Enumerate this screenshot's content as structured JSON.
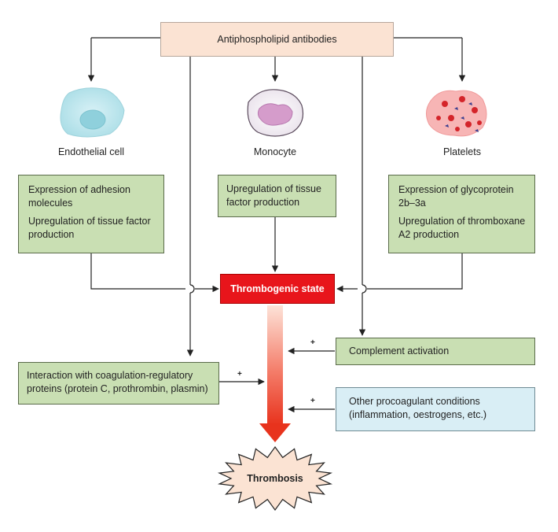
{
  "source": {
    "label": "Antiphospholipid antibodies"
  },
  "cells": [
    {
      "id": "endothelial",
      "label": "Endothelial cell"
    },
    {
      "id": "monocyte",
      "label": "Monocyte"
    },
    {
      "id": "platelets",
      "label": "Platelets"
    }
  ],
  "effects": {
    "endothelial": [
      "Expression of adhesion molecules",
      "Upregulation of tissue factor production"
    ],
    "monocyte": [
      "Upregulation of tissue factor production"
    ],
    "platelets": [
      "Expression of glycoprotein 2b–3a",
      "Upregulation of thromboxane A2 production"
    ]
  },
  "state": {
    "label": "Thrombogenic state"
  },
  "contributors": {
    "complement": "Complement activation",
    "coagulation": "Interaction with coagulation-regulatory proteins (protein C, prothrombin, plasmin)",
    "procoagulant": "Other procoagulant conditions (inflammation, oestrogens, etc.)",
    "sign": "+"
  },
  "outcome": {
    "label": "Thrombosis"
  },
  "colors": {
    "green_box": "#c9dfb3",
    "peach_box": "#fbe3d3",
    "blue_box": "#d9eef5",
    "state_red": "#e8151b",
    "outcome_fill": "#fbe3d3"
  }
}
